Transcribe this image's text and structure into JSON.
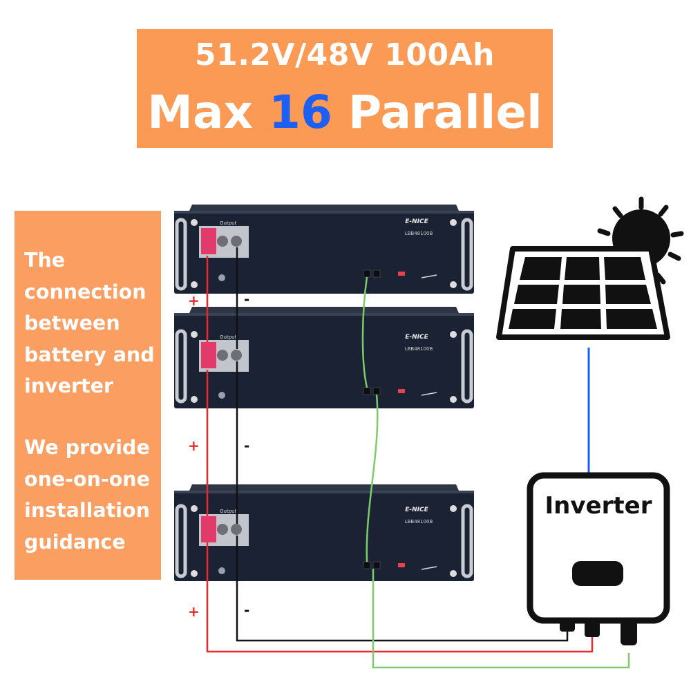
{
  "title": {
    "line1": "51.2V/48V 100Ah",
    "line2_prefix": "Max ",
    "line2_number": "16",
    "line2_suffix": " Parallel"
  },
  "side_panel": {
    "para1_lines": [
      "The",
      "connection",
      "between",
      "battery and",
      "inverter"
    ],
    "para2_lines": [
      "We provide",
      "one-on-one",
      "installation",
      "guidance"
    ]
  },
  "batteries": [
    {
      "brand": "E-NICE",
      "model": "LBB48100B",
      "output_label": "Output",
      "plus": "+",
      "minus": "-"
    },
    {
      "brand": "E-NICE",
      "model": "LBB48100B",
      "output_label": "Output",
      "plus": "+",
      "minus": "-"
    },
    {
      "brand": "E-NICE",
      "model": "LBB48100B",
      "output_label": "Output",
      "plus": "+",
      "minus": "-"
    }
  ],
  "inverter": {
    "label": "Inverter"
  },
  "colors": {
    "title_bg": "#fb9a55",
    "side_bg": "#fb9e62",
    "accent_blue": "#1d5ef5",
    "wire_red": "#e8282b",
    "wire_black": "#111111",
    "wire_green": "#7ccc6a",
    "wire_blue": "#1d5ef5",
    "battery_body": "#1b2233"
  }
}
